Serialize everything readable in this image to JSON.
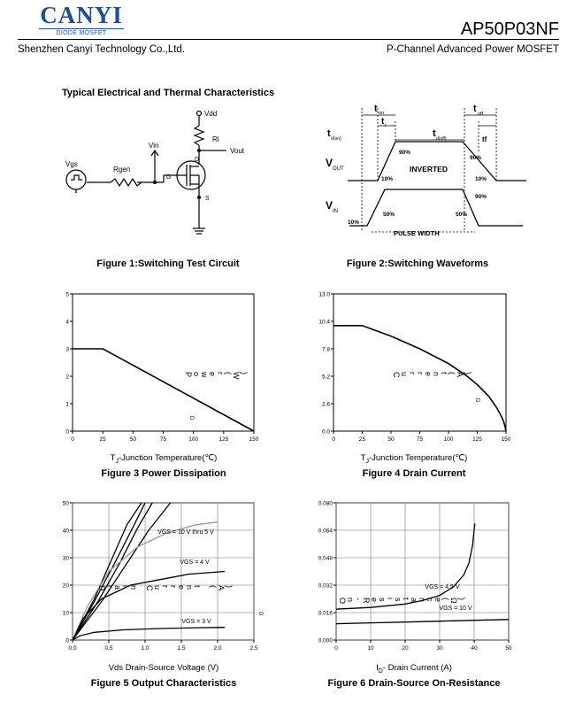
{
  "header": {
    "logo_main": "CANYI",
    "logo_sub": "DIODE MOSFET",
    "part_number": "AP50P03NF",
    "company": "Shenzhen Canyi Technology Co.,Ltd.",
    "description": "P-Channel Advanced Power MOSFET"
  },
  "section_title": "Typical Electrical and Thermal Characteristics",
  "fig1": {
    "caption": "Figure 1:Switching Test Circuit",
    "labels": {
      "vdd": "Vdd",
      "rl": "Rl",
      "vout": "Vout",
      "vin": "Vin",
      "vgs": "Vgs",
      "rgen": "Rgen",
      "g": "G",
      "d": "D",
      "s": "S"
    }
  },
  "fig2": {
    "caption": "Figure 2:Switching Waveforms",
    "labels": {
      "t_on": "t",
      "t_on_sub": "on",
      "t_r": "t",
      "t_r_sub": "r",
      "t_don": "t",
      "t_don_sub": "d(on)",
      "t_doff": "t",
      "t_doff_sub": "d(off)",
      "t_off": "t",
      "t_off_sub": "off",
      "t_f": "tf",
      "v_out": "V",
      "v_out_sub": "OUT",
      "v_in": "V",
      "v_in_sub": "IN",
      "inverted": "INVERTED",
      "pulse_width": "PULSE WIDTH",
      "p90a": "90%",
      "p90b": "90%",
      "p90c": "90%",
      "p10a": "10%",
      "p10b": "10%",
      "p10c": "10%",
      "p50a": "50%",
      "p50b": "50%"
    }
  },
  "chart_data": [
    {
      "type": "line",
      "title": "Figure 3 Power Dissipation",
      "xlabel": "TJ-Junction Temperature(℃)",
      "xlabel_main": "T",
      "xlabel_sub": "J",
      "xlabel_rest": "-Junction Temperature(℃)",
      "ylabel": "Power(W)",
      "ylabel_chars": [
        "P",
        "o",
        "w",
        "e",
        "r",
        "(",
        "W",
        ")"
      ],
      "ylabel_sub": "D",
      "xlim": [
        0,
        150
      ],
      "ylim": [
        0,
        5
      ],
      "xticks": [
        "0",
        "25",
        "50",
        "75",
        "100",
        "125",
        "150"
      ],
      "yticks": [
        "0",
        "1",
        "2",
        "3",
        "4",
        "5"
      ],
      "series": [
        {
          "x": [
            0,
            25,
            150
          ],
          "y": [
            3,
            3,
            0
          ]
        }
      ]
    },
    {
      "type": "line",
      "title": "Figure 4 Drain Current",
      "xlabel": "TJ-Junction Temperature(℃)",
      "xlabel_main": "T",
      "xlabel_sub": "J",
      "xlabel_rest": "-Junction Temperature(℃)",
      "ylabel": "Current(A)",
      "ylabel_chars": [
        "C",
        "u",
        "r",
        "r",
        "e",
        "n",
        "t",
        "(",
        "A",
        ")"
      ],
      "ylabel_sub": "D",
      "xlim": [
        0,
        150
      ],
      "ylim": [
        0,
        13
      ],
      "xticks": [
        "0",
        "25",
        "50",
        "75",
        "100",
        "125",
        "150"
      ],
      "yticks": [
        "0.0",
        "2.6",
        "5.2",
        "7.8",
        "10.4",
        "13.0"
      ],
      "series": [
        {
          "x": [
            0,
            25,
            50,
            75,
            100,
            115,
            125,
            135,
            142,
            146,
            148,
            149,
            150
          ],
          "y": [
            10,
            10,
            9.0,
            7.8,
            6.4,
            5.3,
            4.4,
            3.3,
            2.2,
            1.4,
            0.9,
            0.5,
            0
          ]
        }
      ]
    },
    {
      "type": "line",
      "title": "Figure 5 Output Characteristics",
      "xlabel": "Vds Drain-Source Voltage (V)",
      "ylabel": "Drain Current (A)",
      "ylabel_chars": [
        "D",
        "r",
        "a",
        "i",
        "n",
        " ",
        "C",
        "u",
        "r",
        "r",
        "e",
        "n",
        "t",
        " ",
        "(",
        "A",
        ")"
      ],
      "ylabel_sub": "D",
      "xlim": [
        0,
        2.5
      ],
      "ylim": [
        0,
        50
      ],
      "xticks": [
        "0.0",
        "0.5",
        "1.0",
        "1.5",
        "2.0",
        "2.5"
      ],
      "yticks": [
        "0",
        "10",
        "20",
        "30",
        "40",
        "50"
      ],
      "annotations": [
        "VGS = 10 V thru 5 V",
        "VGS = 4 V",
        "VGS = 3 V"
      ],
      "series": [
        {
          "x": [
            0,
            0.3,
            0.55,
            0.75,
            0.95
          ],
          "y": [
            0,
            15,
            30,
            42,
            50
          ]
        },
        {
          "x": [
            0,
            0.3,
            0.6,
            0.85,
            1.0
          ],
          "y": [
            0,
            14,
            29,
            42,
            50
          ]
        },
        {
          "x": [
            0,
            0.35,
            0.65,
            0.9,
            1.1
          ],
          "y": [
            0,
            14,
            28,
            41,
            50
          ]
        },
        {
          "x": [
            0,
            0.4,
            0.75,
            1.05,
            1.35
          ],
          "y": [
            0,
            14,
            28,
            40,
            50
          ]
        },
        {
          "x": [
            0,
            0.2,
            0.5,
            0.9,
            1.3,
            1.7,
            2.0
          ],
          "y": [
            0,
            12,
            25,
            34,
            39,
            42,
            43
          ]
        },
        {
          "x": [
            0,
            0.15,
            0.4,
            0.8,
            1.2,
            1.6,
            2.1
          ],
          "y": [
            0,
            8,
            15,
            20,
            22,
            24,
            25
          ]
        },
        {
          "x": [
            0,
            0.1,
            0.3,
            0.7,
            1.2,
            1.7,
            2.1
          ],
          "y": [
            0,
            1.5,
            2.8,
            3.7,
            4.2,
            4.5,
            4.6
          ]
        }
      ]
    },
    {
      "type": "line",
      "title": "Figure 6 Drain-Source On-Resistance",
      "xlabel": "ID- Drain Current (A)",
      "xlabel_main": "I",
      "xlabel_sub": "D",
      "xlabel_rest": "- Drain Current (A)",
      "ylabel": "On-Resistance(Ω)",
      "ylabel_chars": [
        "O",
        "n",
        "-",
        "R",
        "e",
        "s",
        "i",
        "s",
        "t",
        "a",
        "n",
        "c",
        "e",
        "(",
        "Ω",
        ")"
      ],
      "xlim": [
        0,
        50
      ],
      "ylim": [
        0,
        0.08
      ],
      "xticks": [
        "0",
        "10",
        "20",
        "30",
        "40",
        "50"
      ],
      "yticks": [
        "0.000",
        "0.016",
        "0.032",
        "0.048",
        "0.064",
        "0.080"
      ],
      "annotations": [
        "VGS = 4.5 V",
        "VGS = 10 V"
      ],
      "series": [
        {
          "x": [
            0,
            10,
            20,
            25,
            30,
            34,
            37,
            38.5,
            39.5,
            40.2
          ],
          "y": [
            0.018,
            0.019,
            0.021,
            0.023,
            0.026,
            0.031,
            0.038,
            0.045,
            0.055,
            0.068
          ]
        },
        {
          "x": [
            0,
            10,
            20,
            30,
            40,
            50
          ],
          "y": [
            0.0095,
            0.01,
            0.0105,
            0.011,
            0.0115,
            0.012
          ]
        }
      ]
    }
  ]
}
